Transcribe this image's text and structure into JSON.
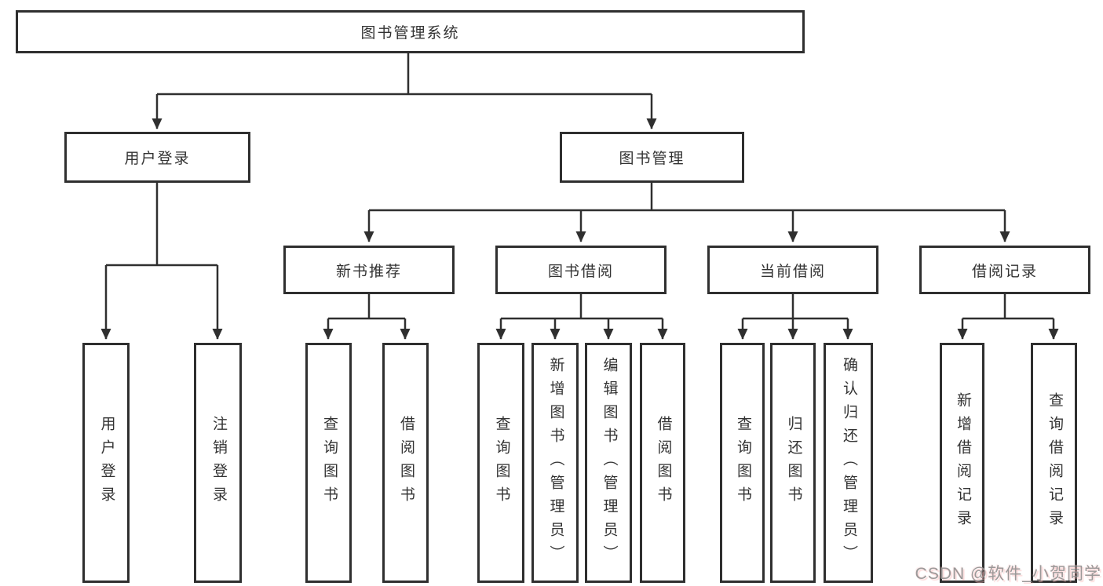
{
  "diagram": {
    "root": {
      "label": "图书管理系统"
    },
    "branches": [
      {
        "label": "用户登录",
        "children": [
          {
            "label": "用户登录"
          },
          {
            "label": "注销登录"
          }
        ]
      },
      {
        "label": "图书管理",
        "sections": [
          {
            "label": "新书推荐",
            "children": [
              {
                "label": "查询图书"
              },
              {
                "label": "借阅图书"
              }
            ]
          },
          {
            "label": "图书借阅",
            "children": [
              {
                "label": "查询图书"
              },
              {
                "label": "新增图书（管理员）"
              },
              {
                "label": "编辑图书（管理员）"
              },
              {
                "label": "借阅图书"
              }
            ]
          },
          {
            "label": "当前借阅",
            "children": [
              {
                "label": "查询图书"
              },
              {
                "label": "归还图书"
              },
              {
                "label": "确认归还（管理员）"
              }
            ]
          },
          {
            "label": "借阅记录",
            "children": [
              {
                "label": "新增借阅记录"
              },
              {
                "label": "查询借阅记录"
              }
            ]
          }
        ]
      }
    ]
  },
  "watermark": {
    "text": "CSDN @软件_小贺同学"
  },
  "colors": {
    "line": "#333333",
    "box_border": "#2f2f2f",
    "text": "#333333",
    "background": "#ffffff",
    "watermark_text": "#969494"
  }
}
